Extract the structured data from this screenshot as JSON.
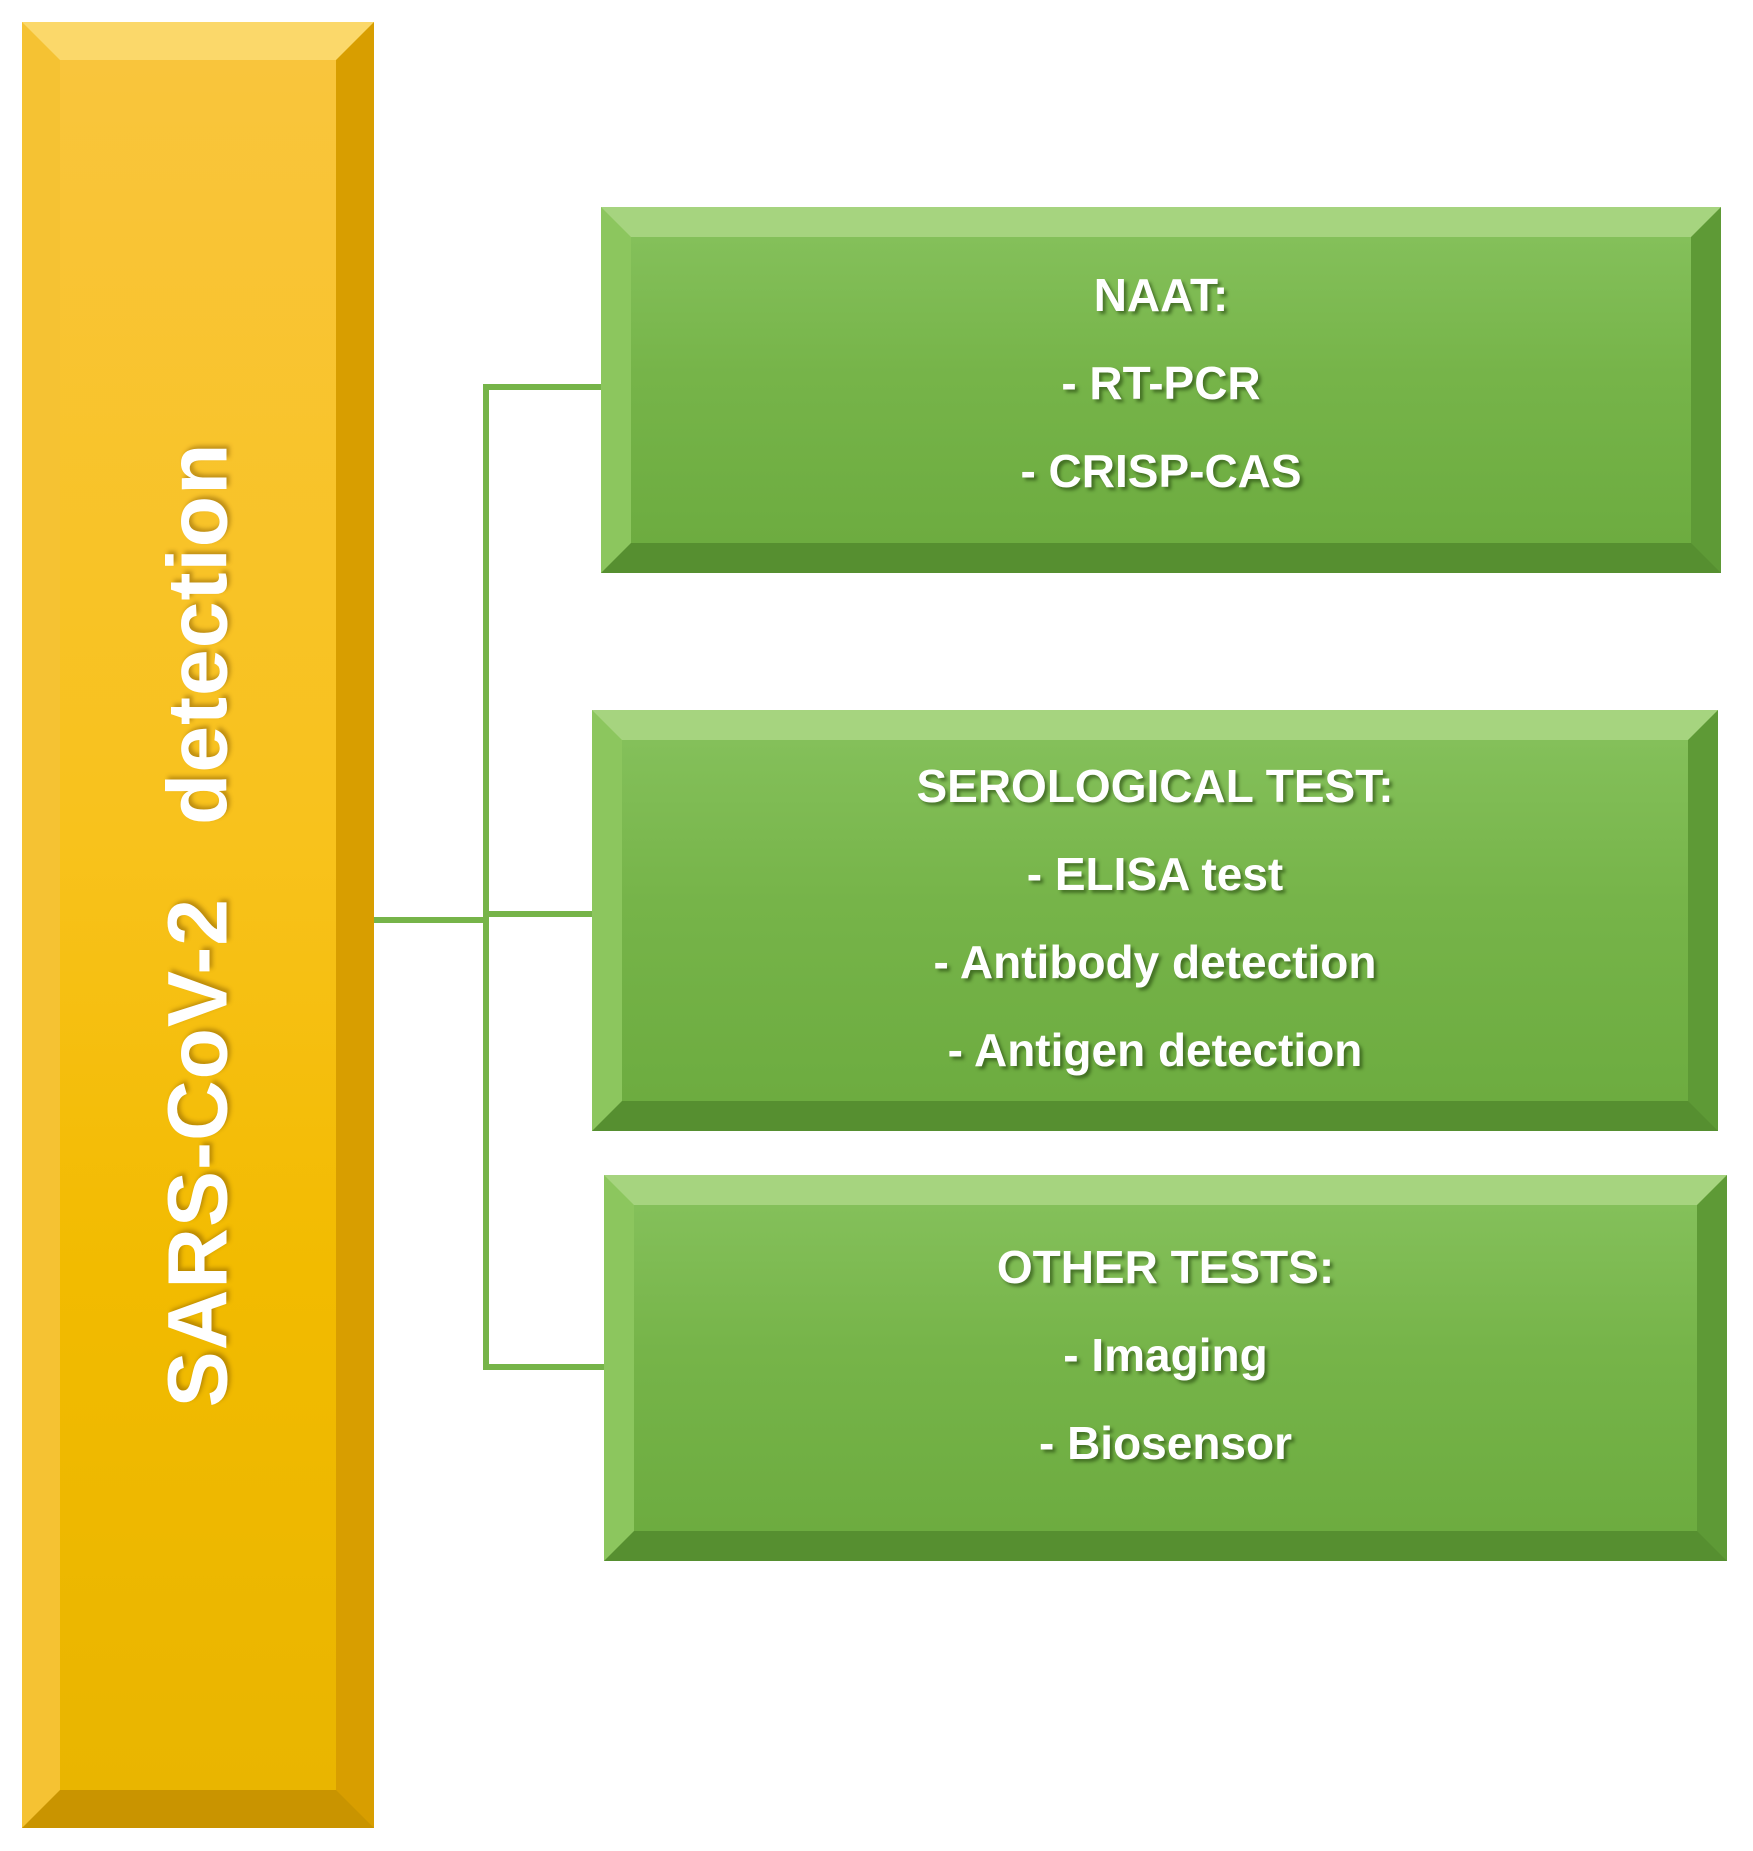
{
  "main": {
    "title": "SARS-CoV-2   detection"
  },
  "categories": [
    {
      "heading": "NAAT:",
      "items": [
        "- RT-PCR",
        "- CRISP-CAS"
      ]
    },
    {
      "heading": "SEROLOGICAL TEST:",
      "items": [
        "- ELISA test",
        "- Antibody detection",
        "- Antigen detection"
      ]
    },
    {
      "heading": "OTHER TESTS:",
      "items": [
        "- Imaging",
        "- Biosensor"
      ]
    }
  ],
  "colors": {
    "main_fill": "#f8c21c",
    "category_fill": "#76b449",
    "connector": "#76b449",
    "text": "#ffffff"
  }
}
